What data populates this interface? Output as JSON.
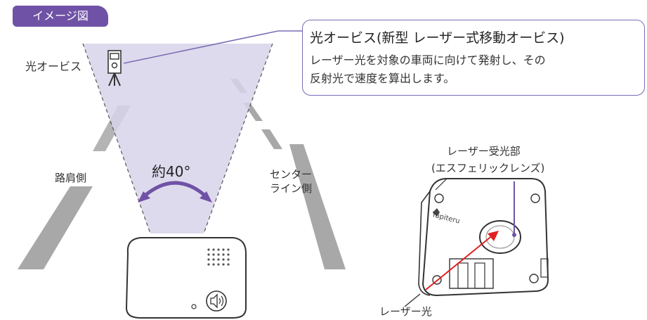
{
  "badge": "イメージ図",
  "callout": {
    "title": "光オービス(新型 レーザー式移動オービス)",
    "body_line1": "レーザー光を対象の車両に向けて発射し、その",
    "body_line2": "反射光で速度を算出します。"
  },
  "labels": {
    "orbis": "光オービス",
    "angle": "約40°",
    "shoulder": "路肩側",
    "center_line1": "センター",
    "center_line2": "ライン側",
    "receiver_line1": "レーザー受光部",
    "receiver_line2": "(エスフェリックレンズ)",
    "laser": "レーザー光",
    "brand": "Yupiteru"
  },
  "colors": {
    "accent": "#6f52a6",
    "beam": "#d8d3ea",
    "road": "#a8a8a8",
    "laser": "#e02020"
  }
}
